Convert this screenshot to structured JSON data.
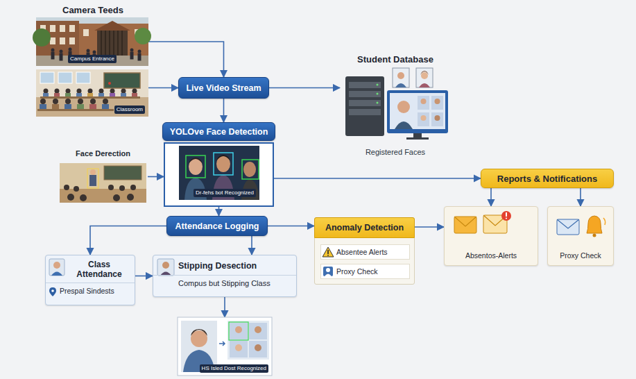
{
  "diagram": {
    "nodes": [
      {
        "text": [
          "Campus Entrance"
        ]
      },
      {
        "text": [
          "Classroom"
        ]
      },
      {
        "text": [
          "Live Video Stream"
        ]
      },
      {
        "text": [
          "Student Database",
          "Registered Faces"
        ]
      },
      {
        "text": [
          "YOLOve Face Detection"
        ]
      },
      {
        "text": [
          "Face Derection"
        ]
      },
      {
        "text": [
          "Dr-fehs bot Recognized"
        ]
      },
      {
        "text": [
          "Reports & Notifications"
        ]
      },
      {
        "text": [
          "Attendance Logging"
        ]
      },
      {
        "text": [
          "Anomaly Detection"
        ]
      },
      {
        "text": [
          "Absentee Alerts"
        ],
        "in": 9
      },
      {
        "text": [
          "Proxy Check"
        ],
        "in": 9
      },
      {
        "text": [
          "Absentos-Alerts"
        ]
      },
      {
        "text": [
          "Proxy Check"
        ]
      },
      {
        "text": [
          "Class Attendance",
          "Prespal Sindests"
        ]
      },
      {
        "text": [
          "Stipping Desection",
          "Compus but Stipping Class"
        ]
      },
      {
        "text": [
          "HS Isled Dost Recognized"
        ]
      }
    ],
    "edges": [
      {
        "from": 0,
        "to": 2,
        "arrow": "to"
      },
      {
        "from": 1,
        "to": 2,
        "arrow": "to"
      },
      {
        "from": 2,
        "to": 3,
        "arrow": "to"
      },
      {
        "from": 2,
        "to": 4,
        "arrow": "to"
      },
      {
        "from": 5,
        "to": 6,
        "arrow": "to"
      },
      {
        "from": 6,
        "to": 7,
        "arrow": "to"
      },
      {
        "from": 6,
        "to": 8,
        "arrow": "to"
      },
      {
        "from": 8,
        "to": 14,
        "arrow": "to"
      },
      {
        "from": 8,
        "to": 15,
        "arrow": "to"
      },
      {
        "from": 8,
        "to": 9,
        "arrow": "to"
      },
      {
        "from": 14,
        "to": 15,
        "arrow": "to"
      },
      {
        "from": 15,
        "to": 16,
        "arrow": "to"
      },
      {
        "from": 9,
        "to": 12,
        "arrow": "to"
      },
      {
        "from": 7,
        "to": 12,
        "arrow": "to"
      },
      {
        "from": 7,
        "to": 13,
        "arrow": "to"
      }
    ],
    "labels": [
      "Camera Teeds"
    ]
  }
}
